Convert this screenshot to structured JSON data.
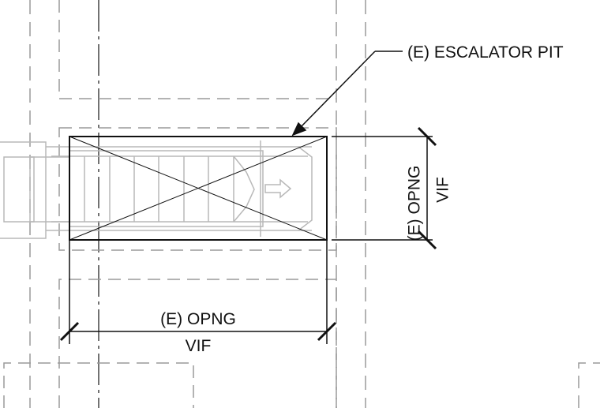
{
  "callout": {
    "text": "(E) ESCALATOR PIT"
  },
  "vertical_dimension": {
    "label": "(E) OPNG",
    "note": "VIF"
  },
  "horizontal_dimension": {
    "label": "(E) OPNG",
    "note": "VIF"
  },
  "colors": {
    "line": "#111111",
    "hidden": "#9a9a9a",
    "escalator": "#b8b8b8"
  }
}
